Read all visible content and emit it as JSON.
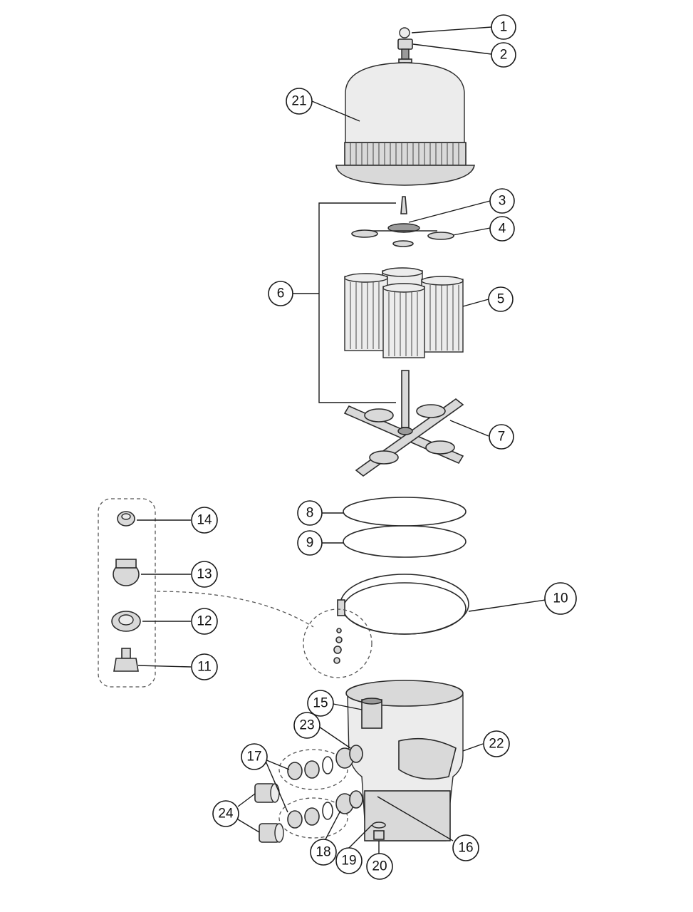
{
  "callouts": [
    {
      "id": "1",
      "label": "1"
    },
    {
      "id": "2",
      "label": "2"
    },
    {
      "id": "3",
      "label": "3"
    },
    {
      "id": "4",
      "label": "4"
    },
    {
      "id": "5",
      "label": "5"
    },
    {
      "id": "6",
      "label": "6"
    },
    {
      "id": "7",
      "label": "7"
    },
    {
      "id": "8",
      "label": "8"
    },
    {
      "id": "9",
      "label": "9"
    },
    {
      "id": "10",
      "label": "10"
    },
    {
      "id": "11",
      "label": "11"
    },
    {
      "id": "12",
      "label": "12"
    },
    {
      "id": "13",
      "label": "13"
    },
    {
      "id": "14",
      "label": "14"
    },
    {
      "id": "15",
      "label": "15"
    },
    {
      "id": "16",
      "label": "16"
    },
    {
      "id": "17",
      "label": "17"
    },
    {
      "id": "18",
      "label": "18"
    },
    {
      "id": "19",
      "label": "19"
    },
    {
      "id": "20",
      "label": "20"
    },
    {
      "id": "21",
      "label": "21"
    },
    {
      "id": "22",
      "label": "22"
    },
    {
      "id": "23",
      "label": "23"
    },
    {
      "id": "24",
      "label": "24"
    }
  ],
  "colors": {
    "line": "#1a1a1a",
    "part_fill": "#d9d9d9",
    "background": "#ffffff"
  }
}
